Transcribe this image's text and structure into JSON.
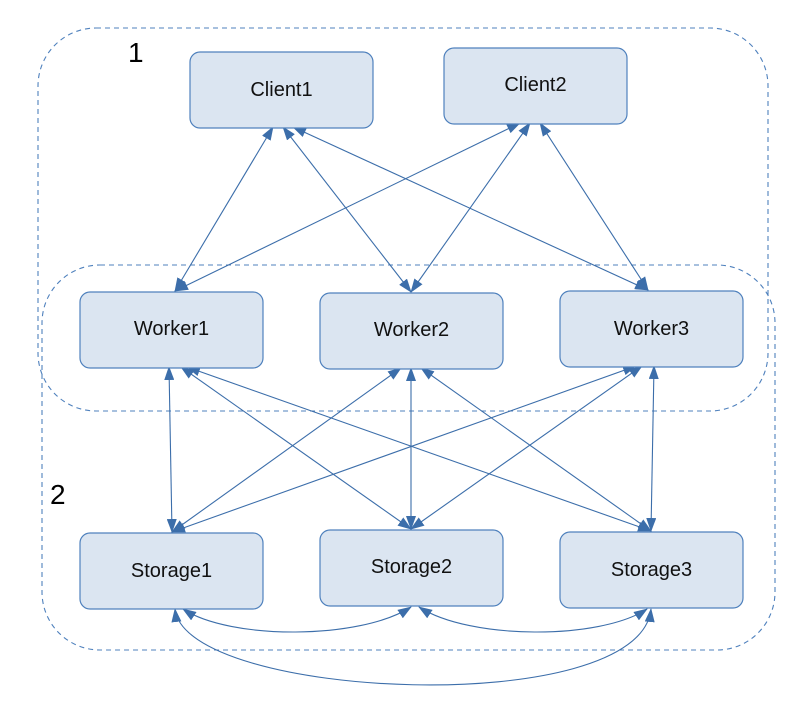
{
  "groups": [
    {
      "id": "g1",
      "label": "1"
    },
    {
      "id": "g2",
      "label": "2"
    }
  ],
  "nodes": [
    {
      "id": "client1",
      "label": "Client1"
    },
    {
      "id": "client2",
      "label": "Client2"
    },
    {
      "id": "worker1",
      "label": "Worker1"
    },
    {
      "id": "worker2",
      "label": "Worker2"
    },
    {
      "id": "worker3",
      "label": "Worker3"
    },
    {
      "id": "storage1",
      "label": "Storage1"
    },
    {
      "id": "storage2",
      "label": "Storage2"
    },
    {
      "id": "storage3",
      "label": "Storage3"
    }
  ],
  "edges": [
    {
      "from": "client1",
      "to": "worker1",
      "direction": "both"
    },
    {
      "from": "client1",
      "to": "worker2",
      "direction": "both"
    },
    {
      "from": "client1",
      "to": "worker3",
      "direction": "both"
    },
    {
      "from": "client2",
      "to": "worker1",
      "direction": "both"
    },
    {
      "from": "client2",
      "to": "worker2",
      "direction": "both"
    },
    {
      "from": "client2",
      "to": "worker3",
      "direction": "both"
    },
    {
      "from": "worker1",
      "to": "storage1",
      "direction": "both"
    },
    {
      "from": "worker1",
      "to": "storage2",
      "direction": "both"
    },
    {
      "from": "worker1",
      "to": "storage3",
      "direction": "both"
    },
    {
      "from": "worker2",
      "to": "storage1",
      "direction": "both"
    },
    {
      "from": "worker2",
      "to": "storage2",
      "direction": "both"
    },
    {
      "from": "worker2",
      "to": "storage3",
      "direction": "both"
    },
    {
      "from": "worker3",
      "to": "storage1",
      "direction": "both"
    },
    {
      "from": "worker3",
      "to": "storage2",
      "direction": "both"
    },
    {
      "from": "worker3",
      "to": "storage3",
      "direction": "both"
    },
    {
      "from": "storage1",
      "to": "storage2",
      "direction": "both",
      "style": "curve"
    },
    {
      "from": "storage2",
      "to": "storage3",
      "direction": "both",
      "style": "curve"
    },
    {
      "from": "storage1",
      "to": "storage3",
      "direction": "both",
      "style": "curve"
    }
  ],
  "colors": {
    "node_fill": "#dbe5f1",
    "node_stroke": "#4f81bd",
    "edge": "#3c6eaa",
    "group_border": "#4f81bd"
  }
}
